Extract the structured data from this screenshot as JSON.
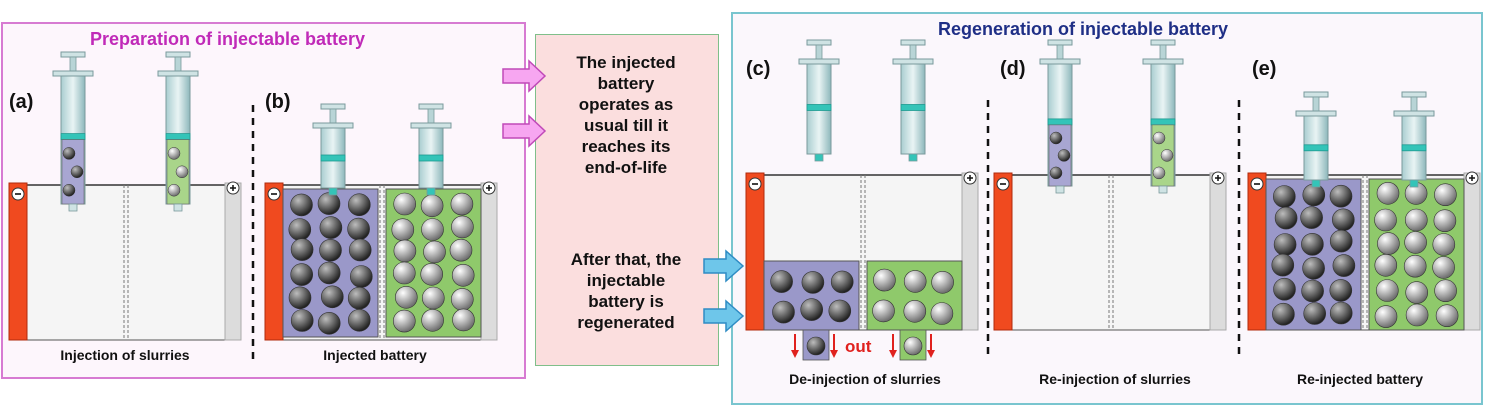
{
  "left_section": {
    "title": "Preparation of injectable battery",
    "title_color": "#c02ab8",
    "border_color": "#d77bd2",
    "panels": [
      {
        "letter": "(a)",
        "caption": "Injection of slurries"
      },
      {
        "letter": "(b)",
        "caption": "Injected battery"
      }
    ]
  },
  "middle_box": {
    "text_top": [
      "The injected",
      "battery",
      "operates as",
      "usual till it",
      "reaches its",
      "end-of-life"
    ],
    "text_bottom": [
      "After that, the",
      "injectable",
      "battery is",
      "regenerated"
    ],
    "fill_color": "#fbdede",
    "arrow_top_color": "#f7a6f1",
    "arrow_bottom_color": "#6ec6ea"
  },
  "right_section": {
    "title": "Regeneration of injectable battery",
    "title_color": "#1f2f86",
    "border_color": "#79c5cf",
    "panels": [
      {
        "letter": "(c)",
        "caption": "De-injection of slurries",
        "out_label": "out"
      },
      {
        "letter": "(d)",
        "caption": "Re-injection of slurries"
      },
      {
        "letter": "(e)",
        "caption": "Re-injected battery"
      }
    ]
  },
  "colors": {
    "negative_electrode": "#f04a1f",
    "positive_electrode": "#dcdcdc",
    "anode_slurry": "#9a98c9",
    "cathode_slurry": "#8fc96b",
    "syringe_tip": "#34c4b8",
    "arrow_red": "#e0211e"
  },
  "icons": {
    "minus": "minus-icon",
    "plus": "plus-icon"
  }
}
